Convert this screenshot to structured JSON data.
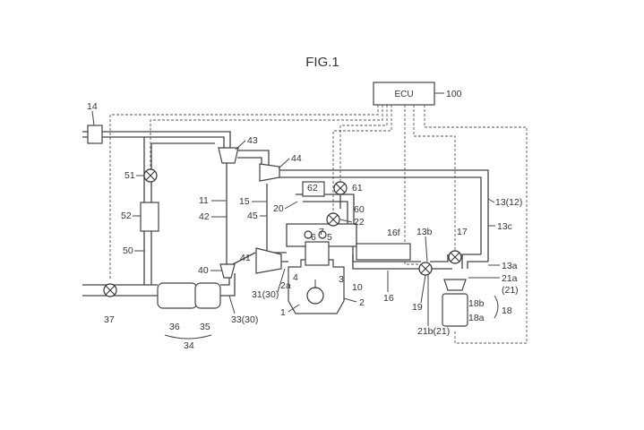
{
  "figure": {
    "title": "FIG.1",
    "ecu_label": "ECU"
  },
  "labels": {
    "l100": "100",
    "l14": "14",
    "l43": "43",
    "l44": "44",
    "l51": "51",
    "l11": "11",
    "l15": "15",
    "l62": "62",
    "l61": "61",
    "l13_12": "13(12)",
    "l52": "52",
    "l42": "42",
    "l45": "45",
    "l20": "20",
    "l60": "60",
    "l22": "22",
    "l13c": "13c",
    "l16f": "16f",
    "l13b": "13b",
    "l17": "17",
    "l6": "6",
    "l5": "5",
    "l7": "7",
    "l50": "50",
    "l41": "41",
    "l40": "40",
    "l4": "4",
    "l3": "3",
    "l13a": "13a",
    "l21a_21": "21a\n(21)",
    "l31_30": "31(30)",
    "l2a": "2a",
    "l10": "10",
    "l16": "16",
    "l18b": "18b",
    "l18": "18",
    "l37": "37",
    "l1": "1",
    "l2": "2",
    "l19": "19",
    "l18a": "18a",
    "l33_30": "33(30)",
    "l36": "36",
    "l35": "35",
    "l21b_21": "21b(21)",
    "l34": "34"
  }
}
